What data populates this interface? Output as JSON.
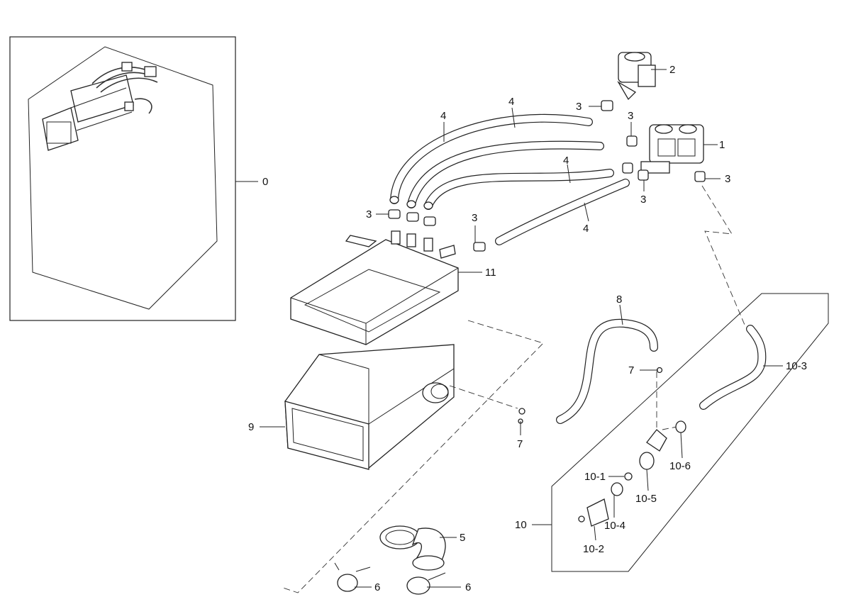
{
  "callouts": [
    {
      "id": "c0",
      "text": "0"
    },
    {
      "id": "c1",
      "text": "1"
    },
    {
      "id": "c2",
      "text": "2"
    },
    {
      "id": "c3a",
      "text": "3"
    },
    {
      "id": "c3b",
      "text": "3"
    },
    {
      "id": "c3c",
      "text": "3"
    },
    {
      "id": "c3d",
      "text": "3"
    },
    {
      "id": "c3e",
      "text": "3"
    },
    {
      "id": "c3f",
      "text": "3"
    },
    {
      "id": "c4a",
      "text": "4"
    },
    {
      "id": "c4b",
      "text": "4"
    },
    {
      "id": "c4c",
      "text": "4"
    },
    {
      "id": "c4d",
      "text": "4"
    },
    {
      "id": "c5",
      "text": "5"
    },
    {
      "id": "c6a",
      "text": "6"
    },
    {
      "id": "c6b",
      "text": "6"
    },
    {
      "id": "c7a",
      "text": "7"
    },
    {
      "id": "c7b",
      "text": "7"
    },
    {
      "id": "c8",
      "text": "8"
    },
    {
      "id": "c9",
      "text": "9"
    },
    {
      "id": "c10",
      "text": "10"
    },
    {
      "id": "c10_1",
      "text": "10-1"
    },
    {
      "id": "c10_2",
      "text": "10-2"
    },
    {
      "id": "c10_3",
      "text": "10-3"
    },
    {
      "id": "c10_4",
      "text": "10-4"
    },
    {
      "id": "c10_5",
      "text": "10-5"
    },
    {
      "id": "c10_6",
      "text": "10-6"
    },
    {
      "id": "c11",
      "text": "11"
    }
  ]
}
